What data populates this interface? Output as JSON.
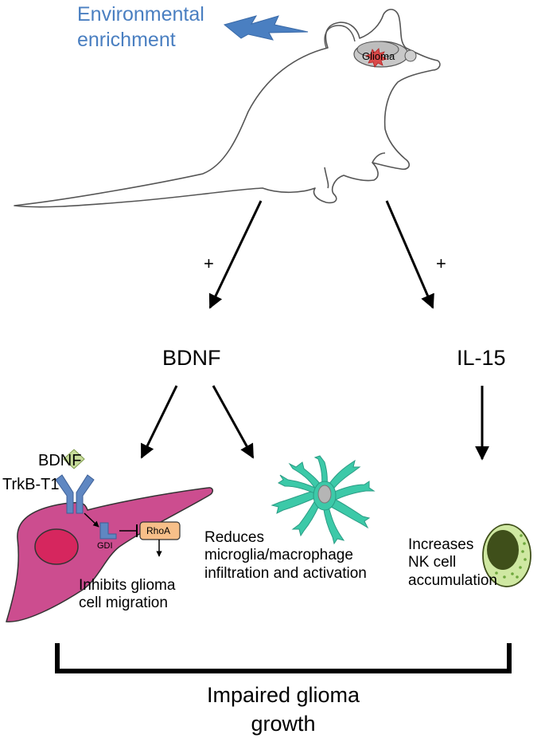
{
  "top": {
    "environmental_enrichment": [
      "Environmental",
      "enrichment"
    ],
    "tumor_label": "Glioma"
  },
  "pathway": {
    "plus_left": "+",
    "plus_right": "+",
    "bdnf": "BDNF",
    "il15": "IL-15"
  },
  "cell": {
    "ligand_label": "BDNF",
    "receptor_label": "TrkB-T1",
    "gdi_label": "GDI",
    "rhoa_label": "RhoA",
    "effect": [
      "Inhibits glioma",
      "cell migration"
    ]
  },
  "microglia": {
    "effect": [
      "Reduces",
      "microglia/macrophage",
      "infiltration and activation"
    ]
  },
  "nk": {
    "effect": [
      "Increases",
      "NK cell",
      "accumulation"
    ]
  },
  "outcome": {
    "text": [
      "Impaired glioma",
      "growth"
    ]
  },
  "colors": {
    "enrichment_text": "#4a7fc1",
    "lightning": "#4a7fc1",
    "glioma_cell": "#cc4d8f",
    "nucleus": "#d6265e",
    "receptor": "#5f87c2",
    "ligand": "#c7dc9a",
    "rhoa": "#f7bf89",
    "microglia": "#3cc9a8",
    "nk_cell": "#cfe8a2",
    "nk_nucleus": "#3f4f1a"
  }
}
